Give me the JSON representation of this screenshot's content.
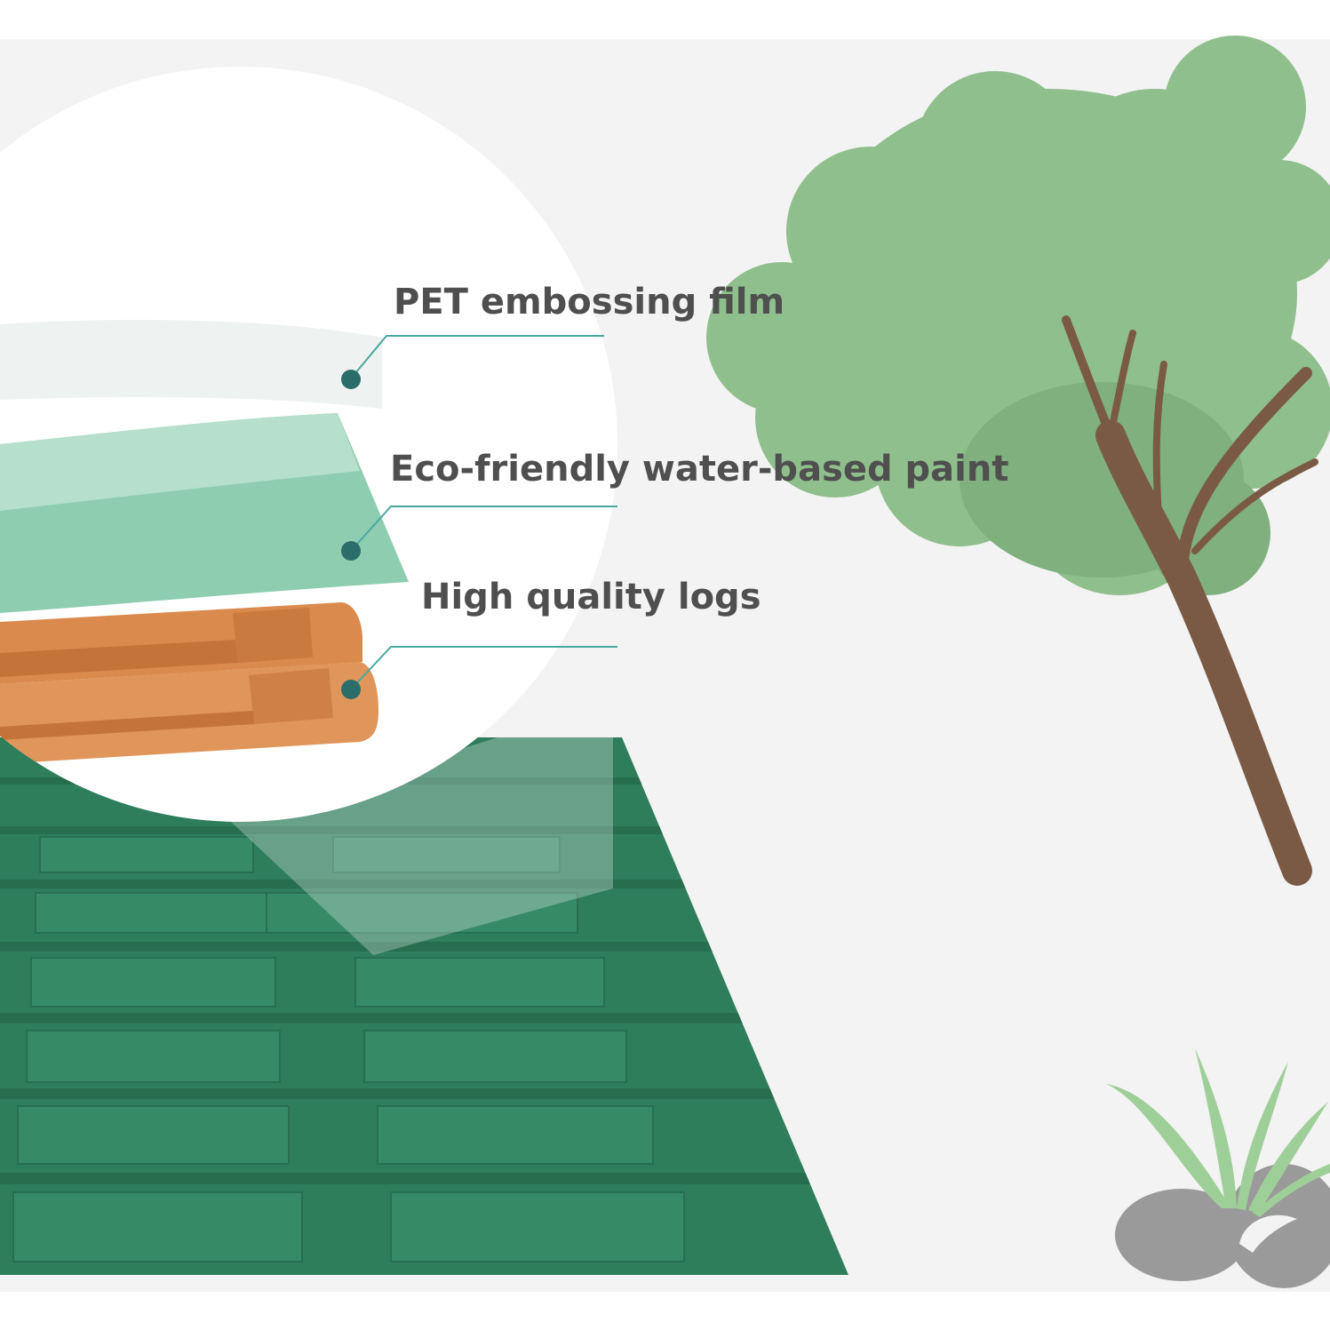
{
  "colors": {
    "background": "#f3f3f3",
    "panel_green": "#2e7d5b",
    "paint_layer": "#8ecdb0",
    "log_orange": "#d98a4c",
    "leader_line": "#4aa7a0",
    "dot": "#2b6d6a",
    "label_text": "#4f4f4f",
    "tree_canopy": "#8fbf8c",
    "tree_trunk": "#7a5a44",
    "rock": "#9a9a9a"
  },
  "callouts": [
    {
      "label": "PET embossing film"
    },
    {
      "label": "Eco-friendly water-based paint"
    },
    {
      "label": "High quality logs"
    }
  ]
}
